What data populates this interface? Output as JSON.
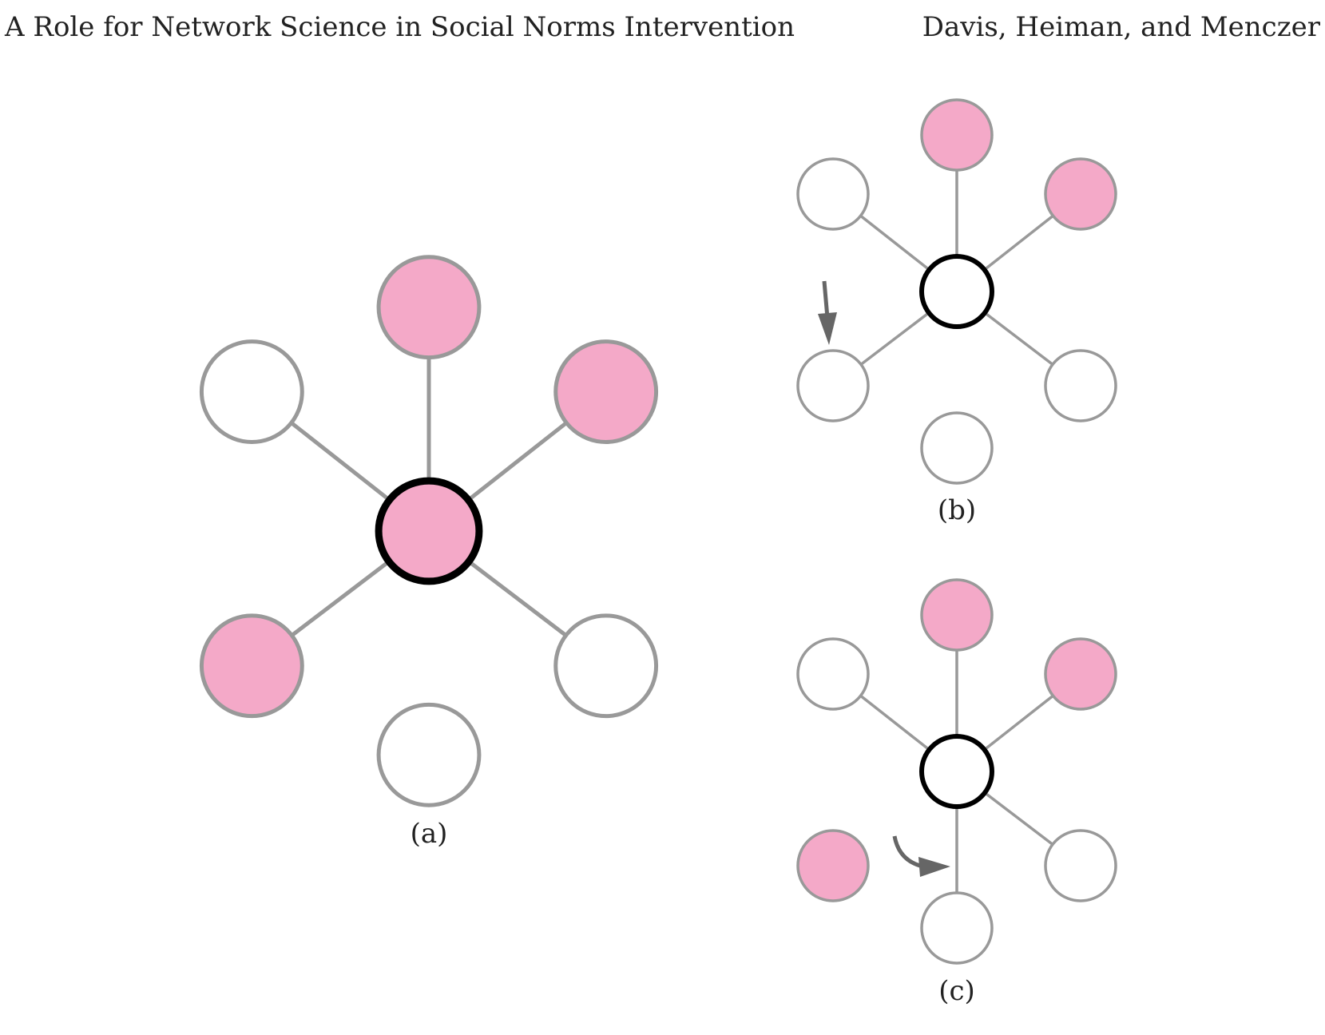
{
  "header": {
    "title": "A Role for Network Science in Social Norms Intervention",
    "authors": "Davis, Heiman, and Menczer"
  },
  "colors": {
    "pink": "#f4a9c8",
    "white": "#ffffff",
    "edge_gray": "#999999",
    "node_border_gray": "#999999",
    "center_border": "#000000",
    "arrow_gray": "#666666"
  },
  "figure": {
    "panels": [
      {
        "id": "a",
        "caption": "(a)",
        "center_fill": "pink",
        "neighbors": [
          {
            "position": "top",
            "fill": "pink",
            "connected": true
          },
          {
            "position": "upper-left",
            "fill": "white",
            "connected": true
          },
          {
            "position": "upper-right",
            "fill": "pink",
            "connected": true
          },
          {
            "position": "lower-left",
            "fill": "pink",
            "connected": true
          },
          {
            "position": "lower-right",
            "fill": "white",
            "connected": true
          },
          {
            "position": "bottom",
            "fill": "white",
            "connected": false
          }
        ],
        "arrow": "none"
      },
      {
        "id": "b",
        "caption": "(b)",
        "center_fill": "white",
        "neighbors": [
          {
            "position": "top",
            "fill": "pink",
            "connected": true
          },
          {
            "position": "upper-left",
            "fill": "white",
            "connected": true
          },
          {
            "position": "upper-right",
            "fill": "pink",
            "connected": true
          },
          {
            "position": "lower-left",
            "fill": "white",
            "connected": true
          },
          {
            "position": "lower-right",
            "fill": "white",
            "connected": true
          },
          {
            "position": "bottom",
            "fill": "white",
            "connected": false
          }
        ],
        "arrow": "straight-down"
      },
      {
        "id": "c",
        "caption": "(c)",
        "center_fill": "white",
        "neighbors": [
          {
            "position": "top",
            "fill": "pink",
            "connected": true
          },
          {
            "position": "upper-left",
            "fill": "white",
            "connected": true
          },
          {
            "position": "upper-right",
            "fill": "pink",
            "connected": true
          },
          {
            "position": "lower-left",
            "fill": "pink",
            "connected": false
          },
          {
            "position": "lower-right",
            "fill": "white",
            "connected": true
          },
          {
            "position": "bottom",
            "fill": "white",
            "connected": true
          }
        ],
        "arrow": "curved"
      }
    ]
  }
}
